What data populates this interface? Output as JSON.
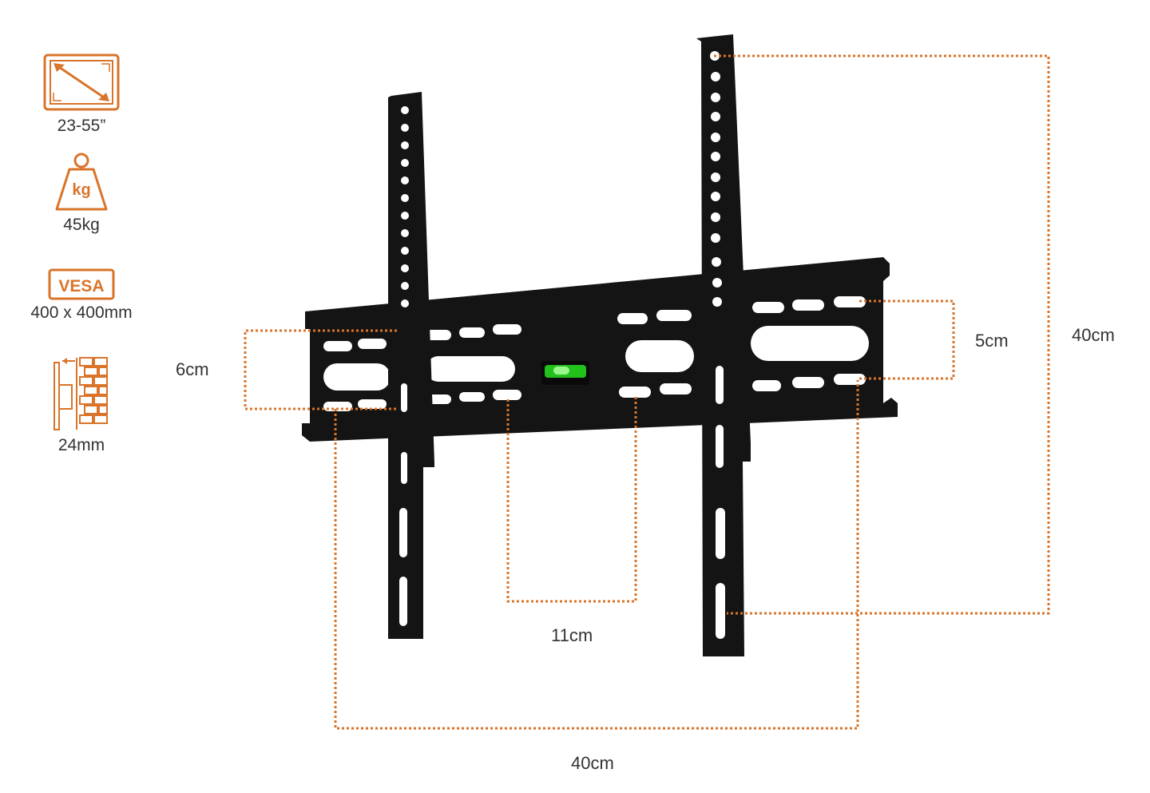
{
  "colors": {
    "accent": "#d9742a",
    "metal": "#141414",
    "bubble": "#22c11c"
  },
  "specs": [
    {
      "icon": "screen-size-icon",
      "text": "23-55”"
    },
    {
      "icon": "weight-icon",
      "icon_text": "kg",
      "text": "45kg"
    },
    {
      "icon": "vesa-icon",
      "icon_text": "VESA",
      "text": "400 x 400mm"
    },
    {
      "icon": "wall-distance-icon",
      "text": "24mm"
    }
  ],
  "dimensions": {
    "left_slot_height": "6cm",
    "right_slot_height": "5cm",
    "center_spacing": "11cm",
    "vertical_span": "40cm",
    "horizontal_span": "40cm"
  },
  "product": {
    "name_icon": "tv-wall-mount-bracket-icon",
    "level_icon": "spirit-level-icon"
  }
}
